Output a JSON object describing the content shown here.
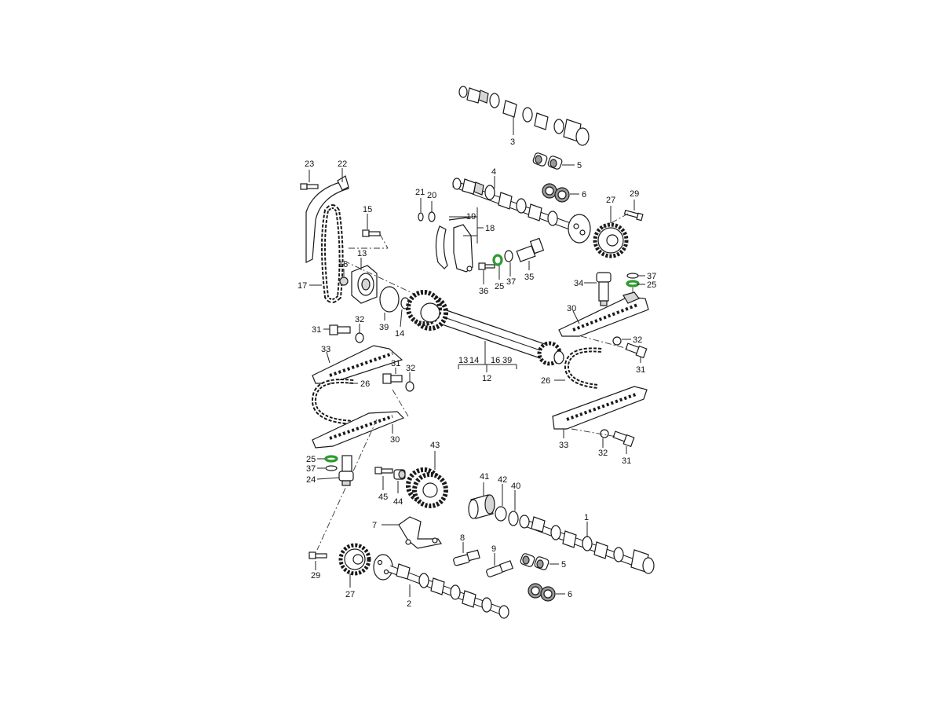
{
  "colors": {
    "line": "#1a1a1a",
    "shade": "#d6d6d6",
    "highlight_seal": "#2e9a2e"
  },
  "callouts": {
    "c1": "1",
    "c2": "2",
    "c3": "3",
    "c4": "4",
    "c5a": "5",
    "c5b": "5",
    "c6a": "6",
    "c6b": "6",
    "c7": "7",
    "c8": "8",
    "c9": "9",
    "c12": "12",
    "c12_13": "13",
    "c12_14": "14",
    "c12_16": "16",
    "c12_39": "39",
    "c13": "13",
    "c14": "14",
    "c15": "15",
    "c16": "16",
    "c17": "17",
    "c18": "18",
    "c19": "19",
    "c20": "20",
    "c21": "21",
    "c22": "22",
    "c23": "23",
    "c24": "24",
    "c25a": "25",
    "c25b": "25",
    "c25c": "25",
    "c26a": "26",
    "c26b": "26",
    "c27a": "27",
    "c27b": "27",
    "c29a": "29",
    "c29b": "29",
    "c30a": "30",
    "c30b": "30",
    "c31a": "31",
    "c31b": "31",
    "c31c": "31",
    "c31d": "31",
    "c32a": "32",
    "c32b": "32",
    "c32c": "32",
    "c32d": "32",
    "c33a": "33",
    "c33b": "33",
    "c34": "34",
    "c35": "35",
    "c36": "36",
    "c37a": "37",
    "c37b": "37",
    "c37c": "37",
    "c39": "39",
    "c40": "40",
    "c41": "41",
    "c42": "42",
    "c43": "43",
    "c44": "44",
    "c45": "45"
  }
}
